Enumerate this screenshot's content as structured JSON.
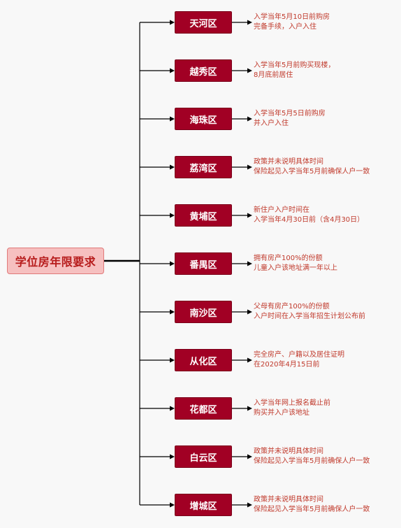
{
  "root": {
    "label": "学位房年限要求"
  },
  "districts": [
    {
      "name": "天河区",
      "note": [
        "入学当年5月10日前购房",
        "完备手续，入户入住"
      ]
    },
    {
      "name": "越秀区",
      "note": [
        "入学当年5月前购买现楼，",
        "8月底前居住"
      ]
    },
    {
      "name": "海珠区",
      "note": [
        "入学当年5月5日前购房",
        "并入户入住"
      ]
    },
    {
      "name": "荔湾区",
      "note": [
        "政策并未说明具体时间",
        "保险起见入学当年5月前确保人户一致"
      ]
    },
    {
      "name": "黄埔区",
      "note": [
        "新住户入户时间在",
        "入学当年4月30日前（含4月30日）"
      ]
    },
    {
      "name": "番禺区",
      "note": [
        "拥有房产100%的份额",
        "儿童入户该地址满一年以上"
      ]
    },
    {
      "name": "南沙区",
      "note": [
        "父母有房产100%的份额",
        "入户时间在入学当年招生计划公布前"
      ]
    },
    {
      "name": "从化区",
      "note": [
        "完全房产、户籍以及居住证明",
        "在2020年4月15日前"
      ]
    },
    {
      "name": "花都区",
      "note": [
        "入学当年网上报名截止前",
        "购买并入户该地址"
      ]
    },
    {
      "name": "白云区",
      "note": [
        "政策并未说明具体时间",
        "保险起见入学当年5月前确保人户一致"
      ]
    },
    {
      "name": "增城区",
      "note": [
        "政策并未说明具体时间",
        "保险起见入学当年5月前确保人户一致"
      ]
    }
  ]
}
